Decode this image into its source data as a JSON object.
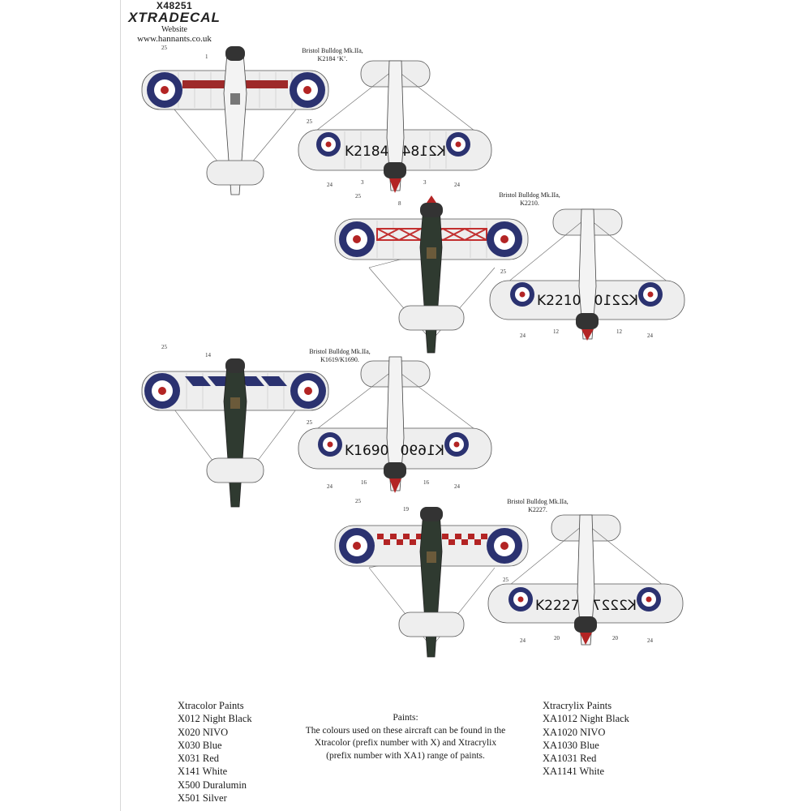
{
  "header": {
    "code": "X48251",
    "brand": "XTRADECAL",
    "website_label": "Website",
    "url": "www.hannants.co.uk"
  },
  "captions": [
    {
      "line1": "Bristol Bulldog Mk.IIa,",
      "line2": "K2184 ‘K’."
    },
    {
      "line1": "Bristol Bulldog Mk.IIa,",
      "line2": "K2210."
    },
    {
      "line1": "Bristol Bulldog Mk.IIa,",
      "line2": "K1619/K1690."
    },
    {
      "line1": "Bristol Bulldog Mk.IIa,",
      "line2": "K2227."
    }
  ],
  "serials": {
    "a": "K2184",
    "b": "K2210",
    "c": "K1690",
    "d": "K2227"
  },
  "callouts": {
    "r1": [
      "25",
      "1",
      "25",
      "24",
      "3",
      "3",
      "24"
    ],
    "r2": [
      "25",
      "8",
      "25",
      "24",
      "12",
      "12",
      "24"
    ],
    "r3": [
      "25",
      "14",
      "25",
      "24",
      "16",
      "16",
      "24"
    ],
    "r4": [
      "25",
      "19",
      "25",
      "24",
      "20",
      "20",
      "24"
    ]
  },
  "colors": {
    "roundel_blue": "#2b3270",
    "roundel_red": "#b32424",
    "roundel_white": "#ffffff",
    "silver": "#eeeeee",
    "dark_green": "#2f3a30",
    "black": "#1a1a1a"
  },
  "paints": {
    "xtracolor_title": "Xtracolor Paints",
    "xtracolor": [
      "X012 Night Black",
      "X020 NIVO",
      "X030 Blue",
      "X031 Red",
      "X141 White",
      "X500 Duralumin",
      "X501 Silver"
    ],
    "middle_title": "Paints:",
    "middle_text": [
      "The colours used on these aircraft can be found in the",
      "Xtracolor (prefix number with X) and Xtracrylix",
      "(prefix number with XA1) range of paints."
    ],
    "xtracrylix_title": "Xtracrylix Paints",
    "xtracrylix": [
      "XA1012 Night Black",
      "XA1020 NIVO",
      "XA1030 Blue",
      "XA1031 Red",
      "XA1141 White"
    ]
  }
}
